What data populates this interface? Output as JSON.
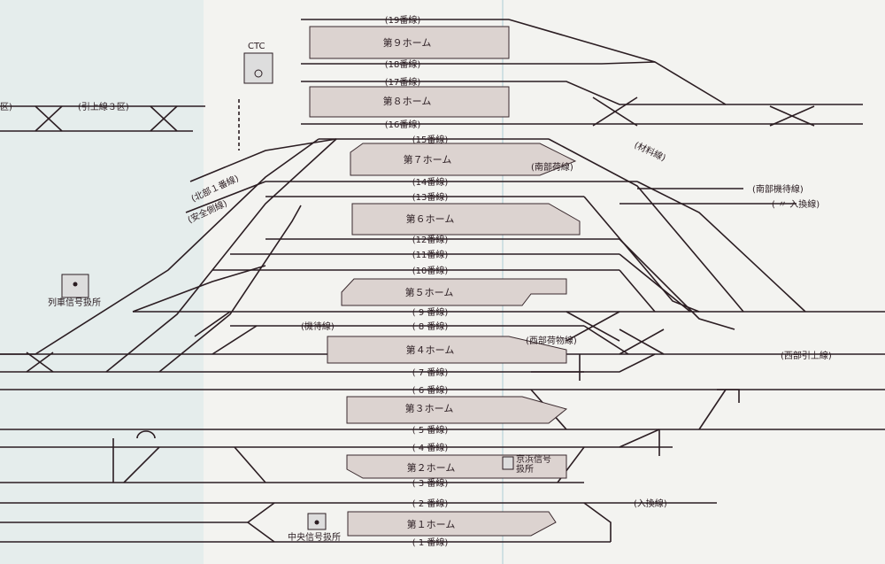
{
  "platforms": [
    "第９ホーム",
    "第８ホーム",
    "第７ホーム",
    "第６ホーム",
    "第５ホーム",
    "第４ホーム",
    "第３ホーム",
    "第２ホーム",
    "第１ホーム"
  ],
  "lines": [
    "(19番線)",
    "(18番線)",
    "(17番線)",
    "(16番線)",
    "(15番線)",
    "(14番線)",
    "(13番線)",
    "(12番線)",
    "(11番線)",
    "(10番線)",
    "( 9 番線)",
    "( 8 番線)",
    "( 7 番線)",
    "( 6 番線)",
    "( 5 番線)",
    "( 4 番線)",
    "( 3 番線)",
    "( 2 番線)",
    "( 1 番線)"
  ],
  "branches": {
    "hikiage3": "(引上線３区)",
    "ku": "区)",
    "hokubu1": "(北部１番線)",
    "anzen": "(安全側線)",
    "zairyo": "(材料線)",
    "nanbu_ni": "(南部荷線)",
    "nanbu_kitai": "(南部機待線)",
    "irekae_s": "( 〃 入換線)",
    "kimachi": "(機待線)",
    "seibu_ni": "(西部荷物線)",
    "seibu_hikiage": "(西部引上線)",
    "irekae": "(入換線)"
  },
  "facilities": {
    "ctc": "CTC",
    "ressha": "列車信号扱所",
    "chuo": "中央信号扱所",
    "keihin_1": "京浜信号",
    "keihin_2": "扱所"
  },
  "colors": {
    "track": "#2b1d22",
    "platform": "#dcd3d0",
    "left_tint": "#d8e7ea"
  }
}
